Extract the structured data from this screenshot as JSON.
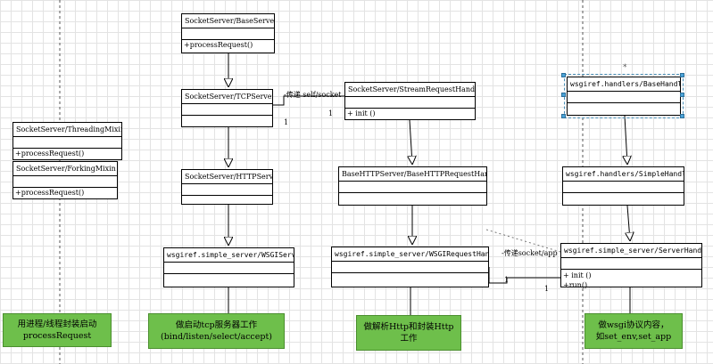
{
  "classes": {
    "threading_mixin": {
      "name": "SocketServer/ThreadingMixin",
      "ops": "+processRequest()"
    },
    "forking_mixin": {
      "name": "SocketServer/ForkingMixin",
      "ops": "+processRequest()"
    },
    "base_server": {
      "name": "SocketServer/BaseServer",
      "ops": "+processRequest()"
    },
    "tcp_server": {
      "name": "SocketServer/TCPServer",
      "ops": ""
    },
    "http_server": {
      "name": "SocketServer/HTTPServer",
      "ops": ""
    },
    "wsgi_server": {
      "name": "wsgiref.simple_server/WSGIServer",
      "ops": ""
    },
    "stream_request_handler": {
      "name": "SocketServer/StreamRequestHandler",
      "ops": "+  init  ()"
    },
    "base_http_request_handler": {
      "name": "BaseHTTPServer/BaseHTTPRequestHandler",
      "ops": ""
    },
    "wsgi_request_handler": {
      "name": "wsgiref.simple_server/WSGIRequestHandler",
      "ops": ""
    },
    "base_handler": {
      "name": "wsgiref.handlers/BaseHandler",
      "ops": ""
    },
    "simple_handler": {
      "name": "wsgiref.handlers/SimpleHandler",
      "ops": ""
    },
    "server_handler": {
      "name": "wsgiref.simple_server/ServerHandler",
      "ops1": "+  init  ()",
      "ops2": "+run()"
    }
  },
  "associations": {
    "tcp_to_stream": {
      "label": "-传递 self/socket",
      "mult_near": "1",
      "mult_far": "1"
    },
    "wsgi_to_server_handler": {
      "label": "-传递socket/app",
      "mult_near": "1",
      "mult_far": "1"
    }
  },
  "notes": {
    "mixin_note": "用进程/线程封装启动\nprocessRequest",
    "server_note": "做启动tcp服务器工作\n(bind/listen/select/accept)",
    "handler_note": "做解析Http和封装Http\n工作",
    "wsgi_note": "做wsgi协议内容，\n如set_env,set_app"
  },
  "colors": {
    "note_fill": "#6ebf4b",
    "selection": "#4aa3d8"
  }
}
